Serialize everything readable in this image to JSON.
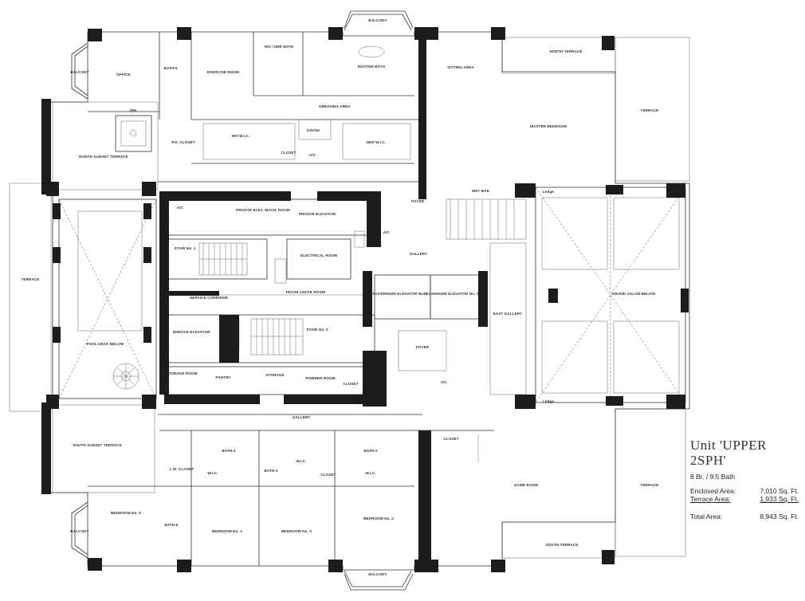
{
  "unit": {
    "title_line1": "Unit 'UPPER",
    "title_line2": "2SPH'",
    "bedrooms_baths": "8 Br. / 9.5 Bath",
    "enclosed_label": "Enclosed Area:",
    "enclosed_value": "7,010 Sq. Ft.",
    "terrace_label": "Terrace Area:",
    "terrace_value": "1,933 Sq. Ft.",
    "total_label": "Total Area:",
    "total_value": "8,943 Sq. Ft."
  },
  "rooms": {
    "balcony_top": "BALCONY",
    "balcony_left_top": "BALCONY",
    "balcony_left_bottom": "BALCONY",
    "balcony_bottom": "BALCONY",
    "office": "OFFICE",
    "bath_5": "BATH-5",
    "exercise_room": "EXERCISE ROOM",
    "his_her_bath": "HIS / HER BATH",
    "master_bath": "MASTER BATH",
    "sitting_area": "SITTING AREA",
    "north_terrace": "NORTH TERRACE",
    "terrace_east_top": "TERRACE",
    "spa": "SPA",
    "dressing_area": "DRESSING AREA",
    "master_bedroom": "MASTER BEDROOM",
    "north_sunset_terrace": "NORTH SUNSET TERRACE",
    "his_wic": "HIS W.I.C.",
    "her_wic": "HER W.I.C.",
    "sauna": "SAUNA",
    "closet_master": "CLOSET",
    "ac_master": "A/C",
    "pd_closet": "P.D. CLOSET",
    "wet_bar": "WET BAR",
    "foyer_top": "FOYER",
    "terrace_west": "TERRACE",
    "ac_private": "A/C",
    "private_elev_mach_room": "PRIVATE ELEV. MACH. ROOM",
    "private_elevator": "PRIVATE ELEVATOR",
    "stair_1": "STAIR No. 1",
    "electrical_room": "ELECTRICAL ROOM",
    "ac_foyer": "A/C",
    "gallery_top": "GALLERY",
    "ledge_top": "Ledge",
    "grand_salon": "GRAND SALON BELOW",
    "service_corridor": "SERVICE CORRIDOR",
    "trash_chute": "TRASH CHUTE ROOM",
    "passenger_elevator_2": "PASSENGER ELEVATOR No. 2",
    "passenger_elevator_1": "PASSENGER ELEVATOR No. 1",
    "service_elevator": "SERVICE ELEVATOR",
    "stair_2": "STAIR No. 2",
    "east_gallery": "EAST GALLERY",
    "foyer_bottom": "FOYER",
    "pool_deck": "POOL DECK BELOW",
    "storage_room": "STORAGE ROOM",
    "pantry": "PANTRY",
    "storage": "STORAGE",
    "powder_room": "POWDER ROOM",
    "closet_powder": "CLOSET",
    "ac_bottom": "A/C",
    "gallery_bottom": "GALLERY",
    "ledge_bottom": "Ledge",
    "south_sunset_terrace": "SOUTH SUNSET TERRACE",
    "closet_gallery": "CLOSET",
    "bath_4": "BATH-4",
    "bath_3": "BATH-3",
    "bath_2": "BATH-2",
    "wic_4": "W.I.C.",
    "wic_3": "W.I.C.",
    "wic_2": "W.I.C.",
    "linen_closet": "L.W. CLOSET",
    "closet_bed3": "CLOSET",
    "bath_6": "BATH-6",
    "game_room": "GAME ROOM",
    "terrace_east_bottom": "TERRACE",
    "bedroom_5": "BEDROOM No. 5",
    "bedroom_4": "BEDROOM No. 4",
    "bedroom_3": "BEDROOM No. 3",
    "bedroom_2": "BEDROOM No. 2",
    "south_terrace": "SOUTH TERRACE"
  }
}
